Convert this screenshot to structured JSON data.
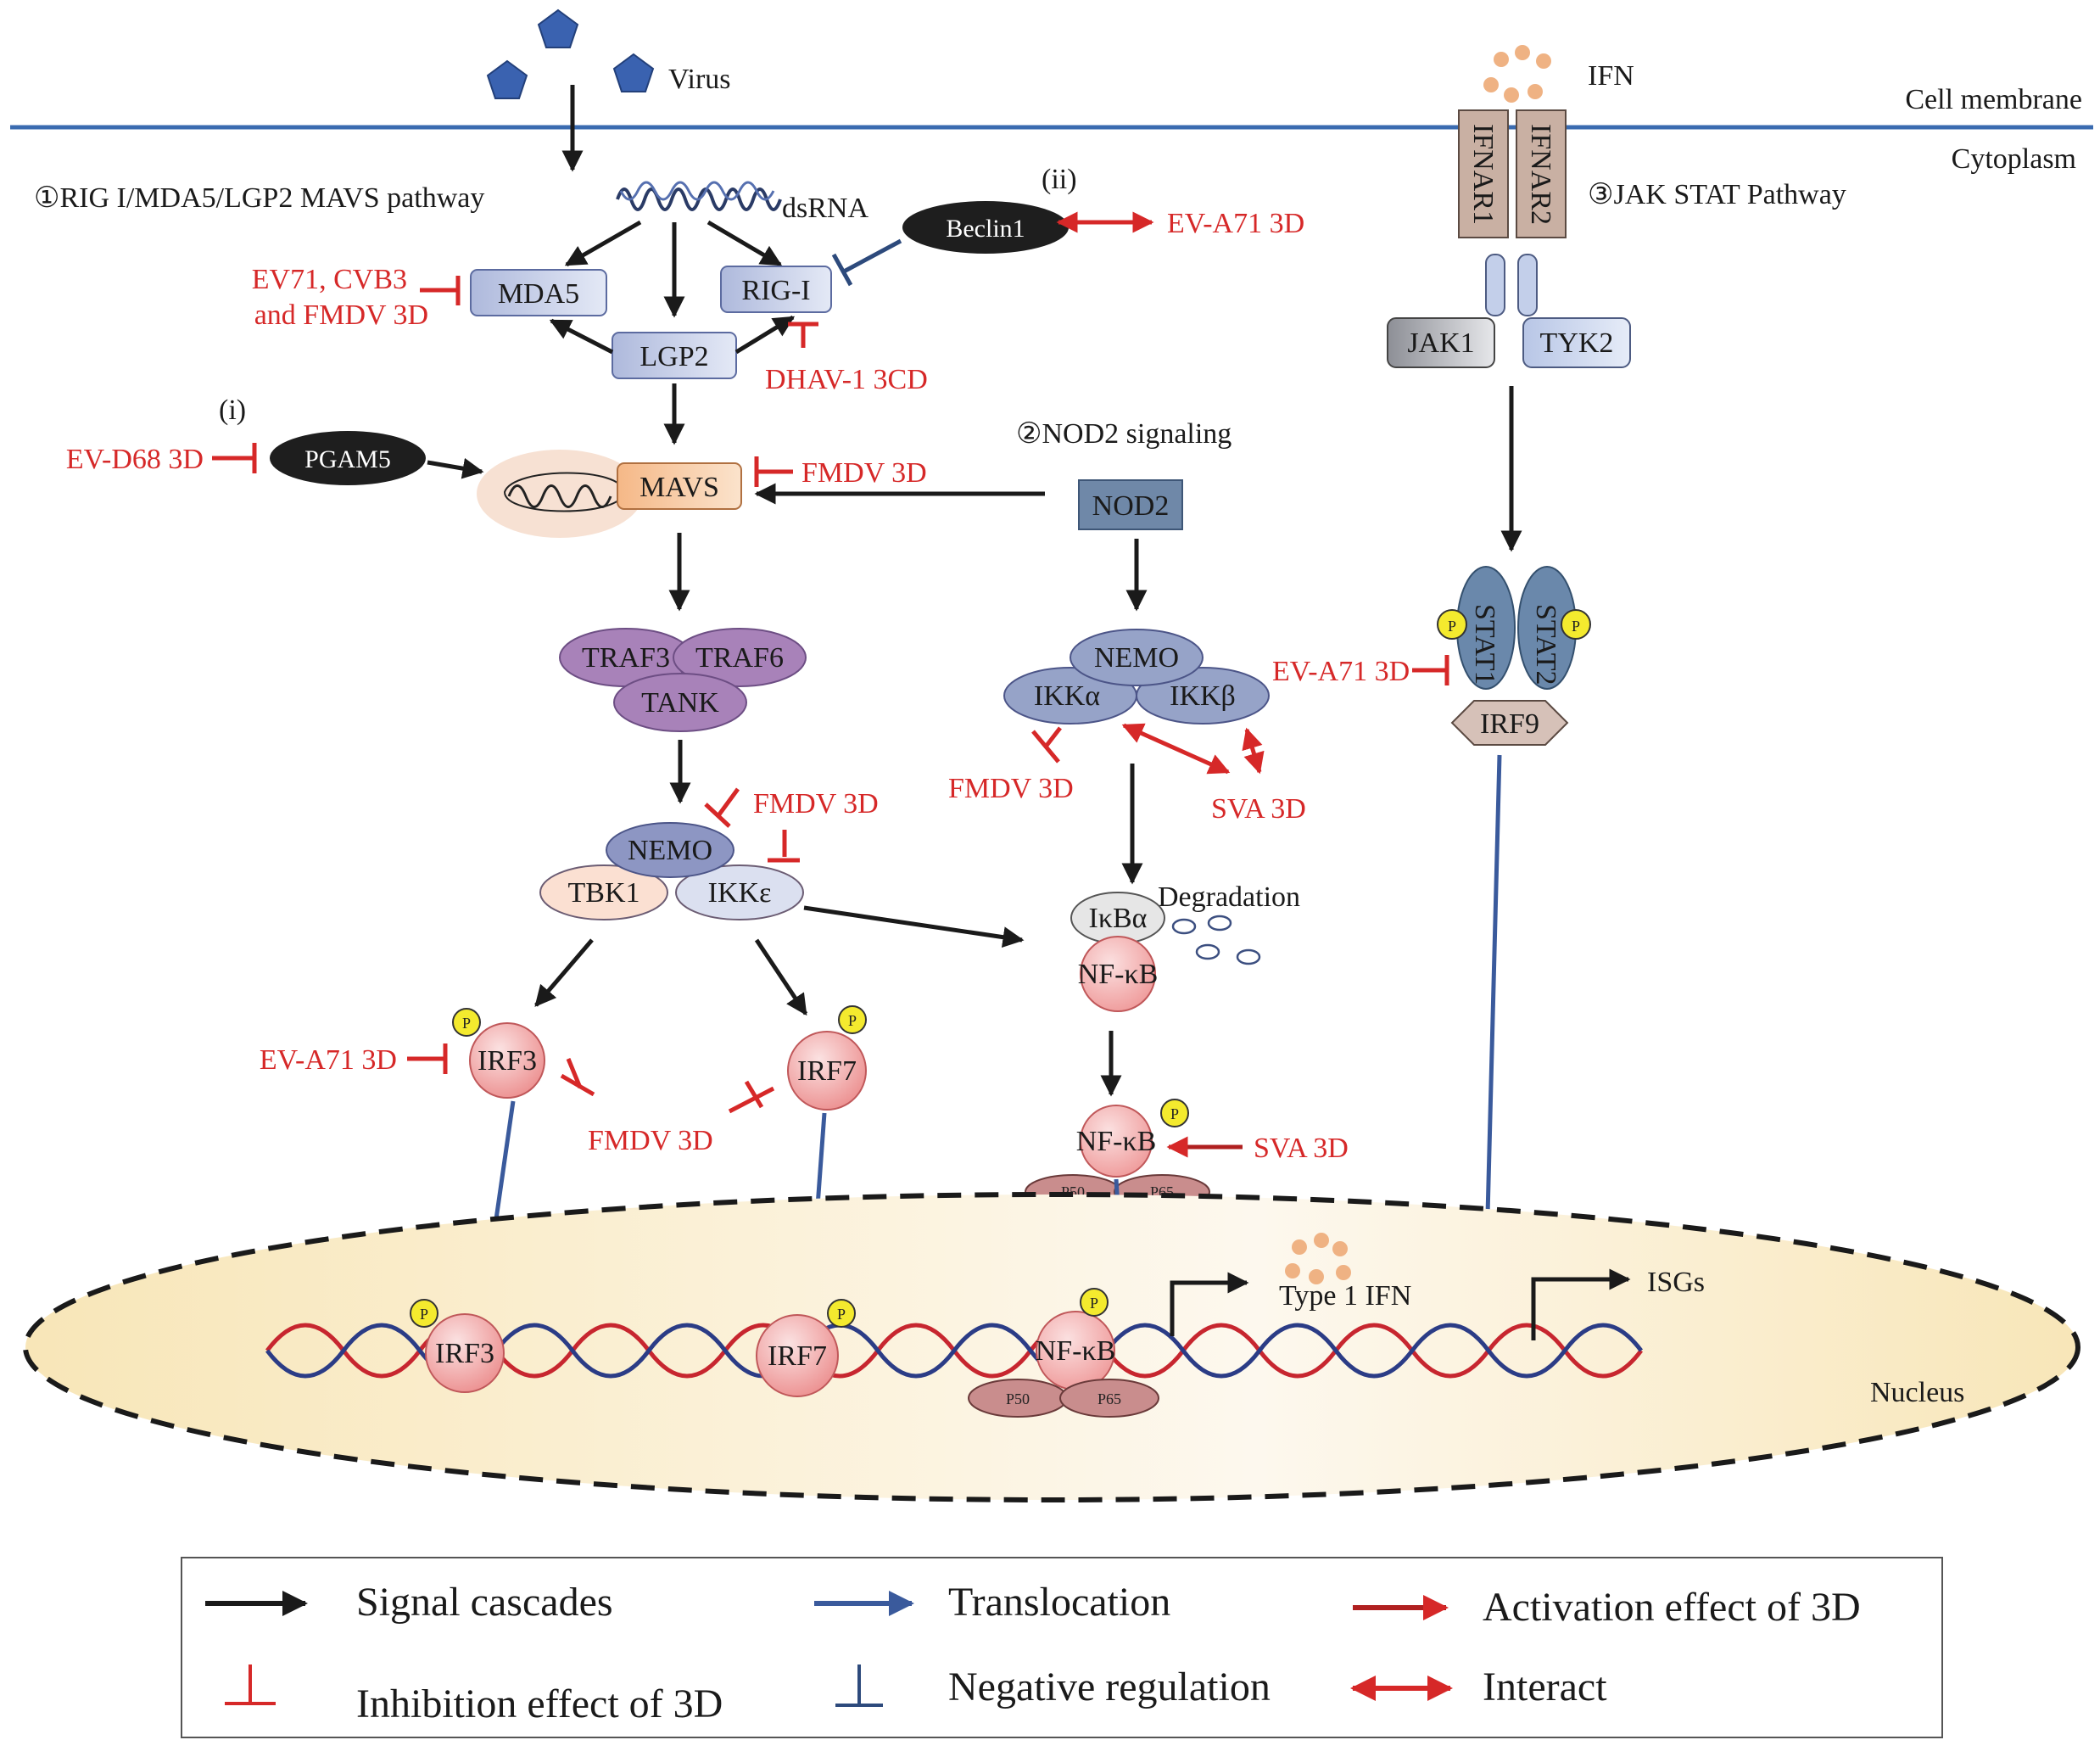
{
  "labels": {
    "virus": "Virus",
    "ifn": "IFN",
    "cell_membrane": "Cell membrane",
    "cytoplasm": "Cytoplasm",
    "pathway1": "①RIG I/MDA5/LGP2 MAVS pathway",
    "pathway2": "②NOD2 signaling",
    "pathway3": "③JAK STAT Pathway",
    "dsrna": "dsRNA",
    "ii": "(ii)",
    "i": "(i)",
    "degradation": "Degradation",
    "nucleus": "Nucleus",
    "type1ifn": "Type 1 IFN",
    "isgs": "ISGs"
  },
  "proteins": {
    "beclin1": "Beclin1",
    "pgam5": "PGAM5",
    "mda5": "MDA5",
    "rigi": "RIG-I",
    "lgp2": "LGP2",
    "mavs": "MAVS",
    "nod2": "NOD2",
    "traf3": "TRAF3",
    "traf6": "TRAF6",
    "tank": "TANK",
    "nemo": "NEMO",
    "ikka": "IKKα",
    "ikkb": "IKKβ",
    "tbk1": "TBK1",
    "ikke": "IKKε",
    "ikba": "IκBα",
    "nfkb": "NF-κB",
    "p50": "P50",
    "p65": "P65",
    "irf3": "IRF3",
    "irf7": "IRF7",
    "ifnar1": "IFNAR1",
    "ifnar2": "IFNAR2",
    "jak1": "JAK1",
    "tyk2": "TYK2",
    "stat1": "STAT1",
    "stat2": "STAT2",
    "irf9": "IRF9",
    "p": "P"
  },
  "viral_effects": {
    "ev71_line1": "EV71, CVB3",
    "ev71_line2": "and FMDV 3D",
    "dhav": "DHAV-1 3CD",
    "evd68": "EV-D68 3D",
    "fmdv_mavs": "FMDV 3D",
    "eva71_beclin": "EV-A71 3D",
    "fmdv_nemo": "FMDV 3D",
    "fmdv_ikka": "FMDV 3D",
    "sva_ikk": "SVA 3D",
    "eva71_stat": "EV-A71 3D",
    "eva71_irf3": "EV-A71 3D",
    "fmdv_irf": "FMDV 3D",
    "sva_nfkb": "SVA 3D"
  },
  "legend": {
    "signal": "Signal cascades",
    "translocation": "Translocation",
    "activation": "Activation effect of 3D",
    "inhibition": "Inhibition effect of 3D",
    "negative": "Negative regulation",
    "interact": "Interact"
  },
  "colors": {
    "black_arrow": "#1a1a1a",
    "blue_arrow": "#3a5a9c",
    "red": "#d62828",
    "membrane": "#3a6bb0",
    "nucleus_fill": "#f6e7bf",
    "virus": "#3a62b0"
  }
}
